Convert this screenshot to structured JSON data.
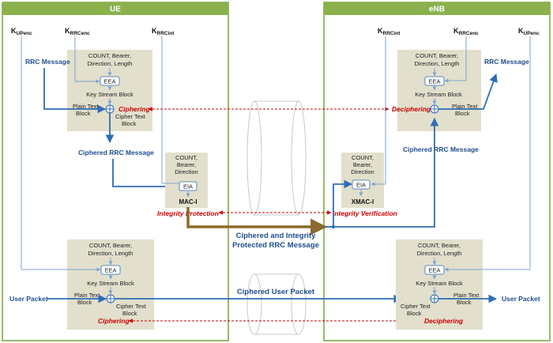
{
  "panels": {
    "left_title": "UE",
    "right_title": "eNB"
  },
  "keys": {
    "ue": {
      "k_up": [
        "K",
        "UPenc"
      ],
      "k_rrc_enc": [
        "K",
        "RRCenc"
      ],
      "k_rrc_int": [
        "K",
        "RRCint"
      ]
    },
    "enb": {
      "k_rrc_int": [
        "K",
        "RRCint"
      ],
      "k_rrc_enc": [
        "K",
        "RRCenc"
      ],
      "k_up": [
        "K",
        "UPenc"
      ]
    }
  },
  "params": {
    "count_line1": "COUNT, Bearer,",
    "count_line2": "Direction, Length",
    "count_short1": "COUNT,",
    "count_short2": "Bearer,",
    "count_short3": "Direction"
  },
  "blocks": {
    "eea": "EEA",
    "eia": "EIA",
    "key_stream": "Key Stream Block",
    "plain_text1": "Plain Text",
    "plain_text2": "Block",
    "cipher_text1": "Cipher Text",
    "cipher_text2": "Block",
    "mac": "MAC-I",
    "xmac": "XMAC-I"
  },
  "messages": {
    "rrc_message": "RRC Message",
    "ciphered_rrc": "Ciphered RRC Message",
    "user_packet": "User Packet",
    "protected_line1": "Ciphered and Integrity",
    "protected_line2": "Protected RRC Message",
    "ciphered_user_packet": "Ciphered User Packet"
  },
  "operations": {
    "ciphering": "Ciphering",
    "deciphering": "Deciphering",
    "integrity_protection": "Integrity Protection",
    "integrity_verification": "Integrity Verification"
  },
  "colors": {
    "panel_border": "#77a33a",
    "panel_header": "#8bb14c",
    "box_fill": "#e2dfcc",
    "flow_blue": "#2e6db4",
    "thin_blue": "#7fa3d0",
    "brown": "#8c6a2d",
    "red": "#cc0000"
  }
}
